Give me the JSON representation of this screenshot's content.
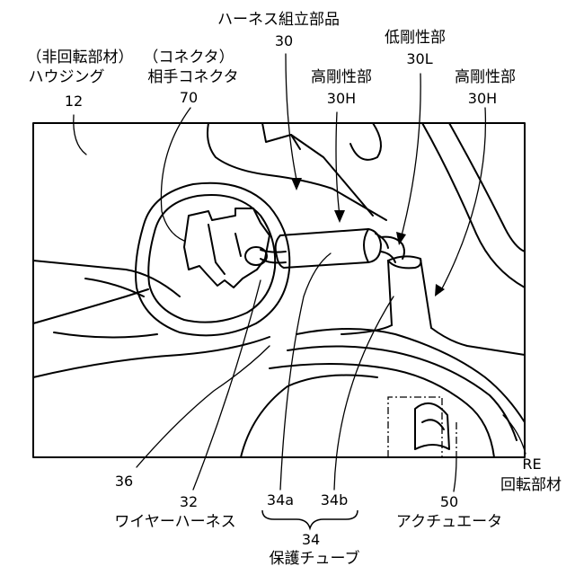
{
  "labels": {
    "housing_caption": "（非回転部材）",
    "housing_name": "ハウジング",
    "housing_ref": "12",
    "connector_caption": "（コネクタ）",
    "connector_name": "相手コネクタ",
    "connector_ref": "70",
    "harness_assembly_name": "ハーネス組立部品",
    "harness_assembly_ref": "30",
    "low_rigidity_name": "低剛性部",
    "low_rigidity_ref": "30L",
    "high_rigidity_left_name": "高剛性部",
    "high_rigidity_left_ref": "30H",
    "high_rigidity_right_name": "高剛性部",
    "high_rigidity_right_ref": "30H",
    "ref_36": "36",
    "wire_harness_ref": "32",
    "wire_harness_name": "ワイヤーハーネス",
    "tube_part_a_ref": "34a",
    "tube_part_b_ref": "34b",
    "tube_ref": "34",
    "tube_name": "保護チューブ",
    "actuator_ref": "50",
    "actuator_name": "アクチュエータ",
    "rotating_ref": "RE",
    "rotating_name": "回転部材"
  }
}
